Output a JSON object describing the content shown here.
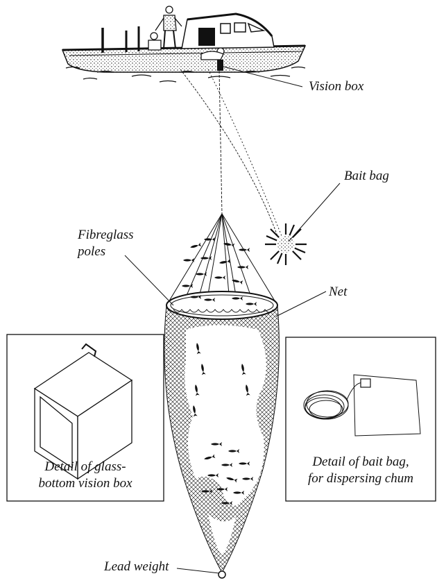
{
  "labels": {
    "vision_box": "Vision box",
    "bait_bag": "Bait bag",
    "fibreglass_line1": "Fibreglass",
    "fibreglass_line2": "poles",
    "net": "Net",
    "lead_weight": "Lead weight"
  },
  "detail_left": {
    "caption_line1": "Detail of glass-",
    "caption_line2": "bottom vision box"
  },
  "detail_right": {
    "caption_line1": "Detail of bait bag,",
    "caption_line2": "for dispersing chum"
  },
  "colors": {
    "ink": "#111111",
    "paper": "#ffffff"
  }
}
